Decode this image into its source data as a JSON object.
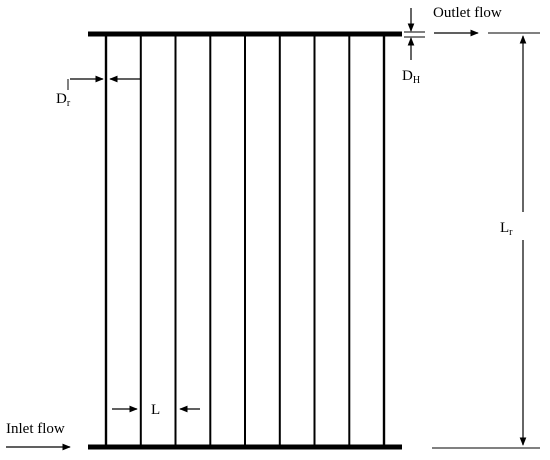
{
  "labels": {
    "outlet_flow": "Outlet flow",
    "inlet_flow": "Inlet flow",
    "riser_diameter": {
      "main": "D",
      "sub": "r"
    },
    "header_diameter": {
      "main": "D",
      "sub": "H"
    },
    "riser_length": {
      "main": "L",
      "sub": "r"
    },
    "riser_spacing": "L"
  },
  "structure": {
    "riser_count": 9
  },
  "colors": {
    "stroke": "#000000",
    "background": "#ffffff"
  }
}
